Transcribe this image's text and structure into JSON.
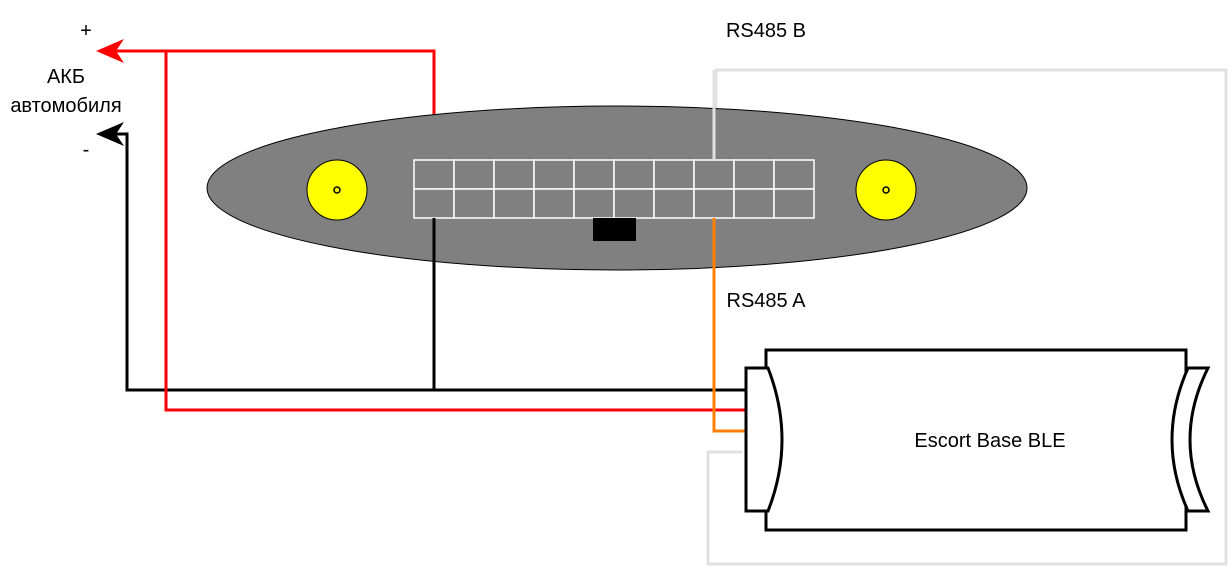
{
  "labels": {
    "plus": "+",
    "minus": "-",
    "battery_line1": "АКБ",
    "battery_line2": "автомобиля",
    "rs485_b": "RS485 B",
    "rs485_a": "RS485 A",
    "device_name": "Escort Base BLE"
  },
  "colors": {
    "positive_wire": "#ff0000",
    "negative_wire": "#000000",
    "rs485_a_wire": "#ff8000",
    "rs485_b_wire": "#e0e0e0",
    "connector_body": "#808080",
    "mount_hole": "#ffff00"
  }
}
